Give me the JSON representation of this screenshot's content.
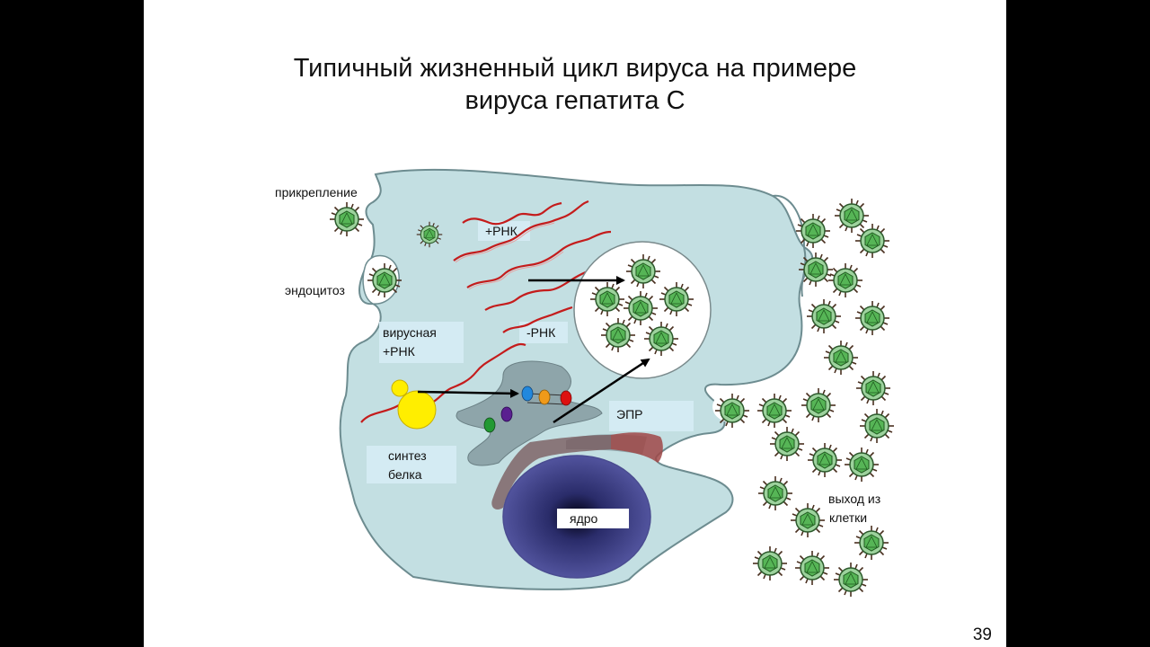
{
  "slide": {
    "title_line1": "Типичный жизненный цикл вируса на примере",
    "title_line2": "вируса гепатита С",
    "page_number": "39"
  },
  "labels": {
    "attachment": "прикрепление",
    "endocytosis": "эндоцитоз",
    "plus_rna": "+РНК",
    "minus_rna": "-РНК",
    "viral_rna_line1": "вирусная",
    "viral_rna_line2": "+РНК",
    "protein_synthesis_line1": "синтез",
    "protein_synthesis_line2": "белка",
    "er": "ЭПР",
    "nucleus": "ядро",
    "exit_line1": "выход из",
    "exit_line2": "клетки"
  },
  "colors": {
    "cell_fill": "#c3dfe2",
    "cell_stroke": "#6d8c90",
    "rna": "#c41c1c",
    "er_fill": "#8ea5aa",
    "nucleus": "#585aa6",
    "virus_core": "#58b458",
    "protein_yellow": "#ffee00",
    "protein_blue": "#2288dd",
    "protein_orange": "#f09a1a",
    "protein_red": "#dd1111",
    "protein_purple": "#5a2090",
    "protein_green": "#229933"
  }
}
